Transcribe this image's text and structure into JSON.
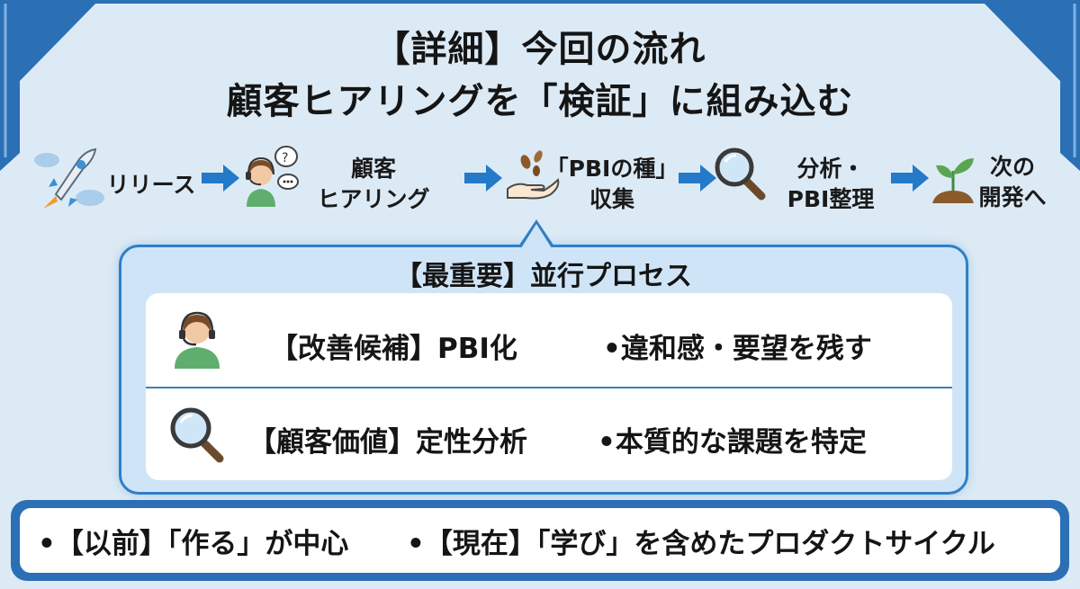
{
  "title": {
    "line1": "【詳細】今回の流れ",
    "line2": "顧客ヒアリングを「検証」に組み込む"
  },
  "flow": [
    {
      "line1": "リリース",
      "line2": "",
      "icon": "rocket-icon"
    },
    {
      "line1": "顧客",
      "line2": "ヒアリング",
      "icon": "headset-person-icon"
    },
    {
      "line1": "「PBIの種」",
      "line2": "収集",
      "icon": "hand-seeds-icon"
    },
    {
      "line1": "分析・",
      "line2": "PBI整理",
      "icon": "magnifier-icon"
    },
    {
      "line1": "次の",
      "line2": "開発へ",
      "icon": "sprout-icon"
    }
  ],
  "callout": {
    "title": "【最重要】並行プロセス",
    "rows": [
      {
        "left": "【改善候補】PBI化",
        "right": "•違和感・要望を残す",
        "icon": "headset-person-icon"
      },
      {
        "left": "【顧客価値】定性分析",
        "right": "•本質的な課題を特定",
        "icon": "magnifier-icon"
      }
    ]
  },
  "bottom": {
    "before": "•【以前】「作る」が中心",
    "now": "•【現在】「学び」を含めたプロダクトサイクル"
  },
  "colors": {
    "background": "#dceaf5",
    "accent_blue": "#2b6fb5",
    "arrow_blue": "#2479c9",
    "card": "#ffffff"
  }
}
